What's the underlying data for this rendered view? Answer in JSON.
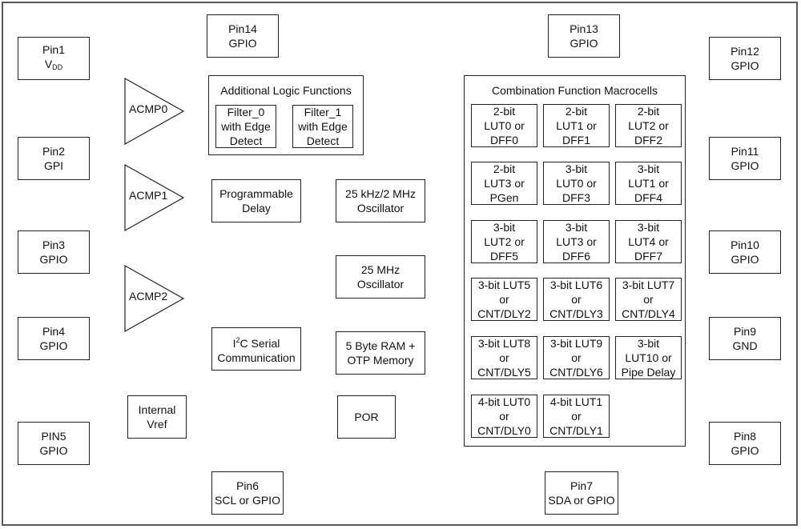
{
  "pins": {
    "pin1": {
      "line1": "Pin1",
      "line2_main": "V",
      "line2_sub": "DD"
    },
    "pin2": {
      "line1": "Pin2",
      "line2": "GPI"
    },
    "pin3": {
      "line1": "Pin3",
      "line2": "GPIO"
    },
    "pin4": {
      "line1": "Pin4",
      "line2": "GPIO"
    },
    "pin5": {
      "line1": "PIN5",
      "line2": "GPIO"
    },
    "pin6": {
      "line1": "Pin6",
      "line2": "SCL or GPIO"
    },
    "pin7": {
      "line1": "Pin7",
      "line2": "SDA or GPIO"
    },
    "pin8": {
      "line1": "Pin8",
      "line2": "GPIO"
    },
    "pin9": {
      "line1": "Pin9",
      "line2": "GND"
    },
    "pin10": {
      "line1": "Pin10",
      "line2": "GPIO"
    },
    "pin11": {
      "line1": "Pin11",
      "line2": "GPIO"
    },
    "pin12": {
      "line1": "Pin12",
      "line2": "GPIO"
    },
    "pin13": {
      "line1": "Pin13",
      "line2": "GPIO"
    },
    "pin14": {
      "line1": "Pin14",
      "line2": "GPIO"
    }
  },
  "comparators": [
    "ACMP0",
    "ACMP1",
    "ACMP2"
  ],
  "additional_logic": {
    "title": "Additional Logic Functions",
    "filter0": [
      "Filter_0",
      "with Edge",
      "Detect"
    ],
    "filter1": [
      "Filter_1",
      "with Edge",
      "Detect"
    ]
  },
  "blocks": {
    "programmable_delay": [
      "Programmable",
      "Delay"
    ],
    "osc_25khz": [
      "25 kHz/2 MHz",
      "Oscillator"
    ],
    "osc_25mhz": [
      "25 MHz",
      "Oscillator"
    ],
    "i2c_line1_pre": "I",
    "i2c_line1_sup": "2",
    "i2c_line1_post": "C Serial",
    "i2c_line2": "Communication",
    "ram": [
      "5 Byte RAM +",
      "OTP Memory"
    ],
    "internal_vref": [
      "Internal",
      "Vref"
    ],
    "por": "POR"
  },
  "macrocells": {
    "title": "Combination Function Macrocells",
    "cells": [
      [
        "2-bit",
        "LUT0 or",
        "DFF0"
      ],
      [
        "2-bit",
        "LUT1 or",
        "DFF1"
      ],
      [
        "2-bit",
        "LUT2 or",
        "DFF2"
      ],
      [
        "2-bit",
        "LUT3 or",
        "PGen"
      ],
      [
        "3-bit",
        "LUT0 or",
        "DFF3"
      ],
      [
        "3-bit",
        "LUT1 or",
        "DFF4"
      ],
      [
        "3-bit",
        "LUT2 or",
        "DFF5"
      ],
      [
        "3-bit",
        "LUT3 or",
        "DFF6"
      ],
      [
        "3-bit",
        "LUT4 or",
        "DFF7"
      ],
      [
        "3-bit LUT5",
        "or",
        "CNT/DLY2"
      ],
      [
        "3-bit LUT6",
        "or",
        "CNT/DLY3"
      ],
      [
        "3-bit LUT7",
        "or",
        "CNT/DLY4"
      ],
      [
        "3-bit LUT8",
        "or",
        "CNT/DLY5"
      ],
      [
        "3-bit LUT9",
        "or",
        "CNT/DLY6"
      ],
      [
        "3-bit",
        "LUT10 or",
        "Pipe Delay"
      ],
      [
        "4-bit LUT0",
        "or",
        "CNT/DLY0"
      ],
      [
        "4-bit LUT1",
        "or",
        "CNT/DLY1"
      ]
    ]
  }
}
